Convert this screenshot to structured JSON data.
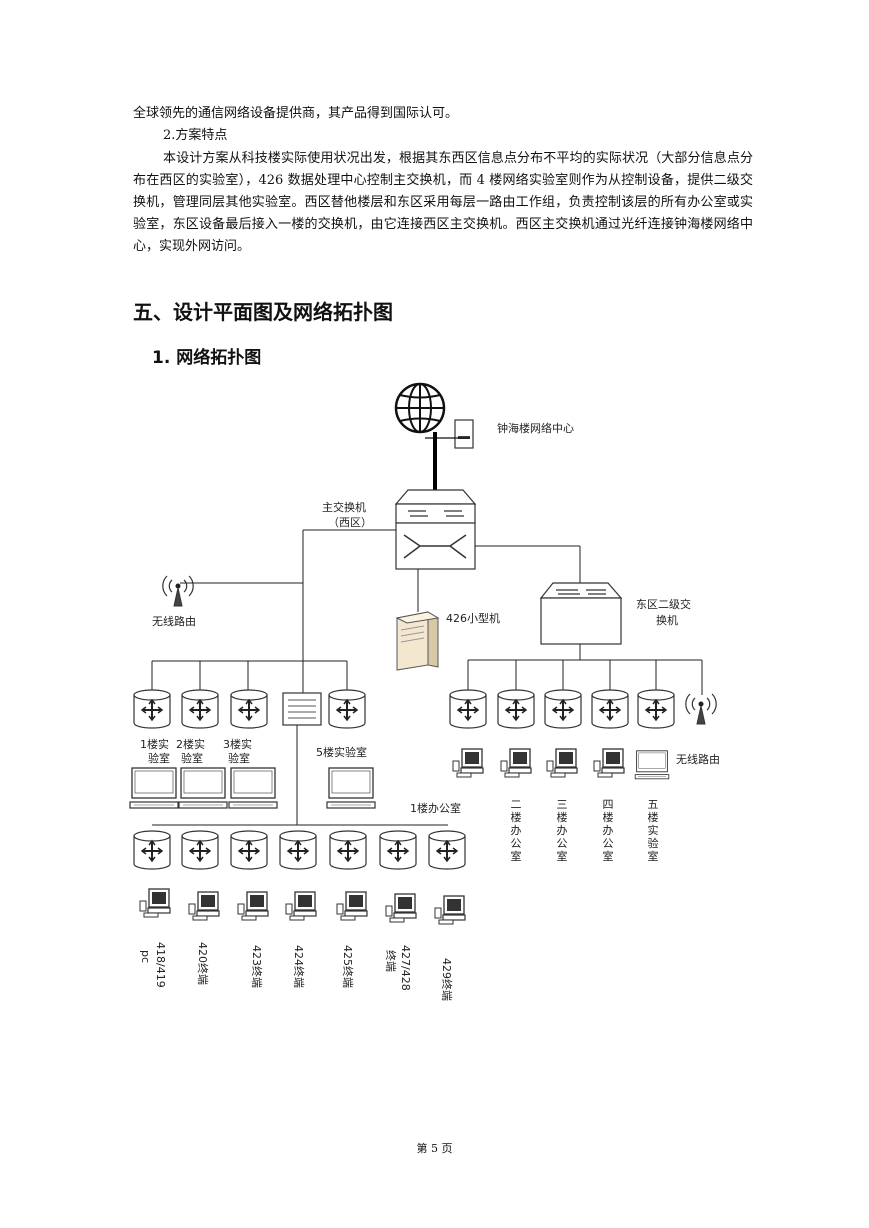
{
  "document": {
    "paragraph1": "全球领先的通信网络设备提供商，其产品得到国际认可。",
    "subheading": "2.方案特点",
    "paragraph2": "本设计方案从科技楼实际使用状况出发，根据其东西区信息点分布不平均的实际状况（大部分信息点分布在西区的实验室），426 数据处理中心控制主交换机，而 4 楼网络实验室则作为从控制设备，提供二级交换机，管理同层其他实验室。西区替他楼层和东区采用每层一路由工作组，负责控制该层的所有办公室或实验室，东区设备最后接入一楼的交换机，由它连接西区主交换机。西区主交换机通过光纤连接钟海楼网络中心，实现外网访问。",
    "section_title": "五、设计平面图及网络拓扑图",
    "figure_title": "1. 网络拓扑图",
    "page_footer": "第 5 页"
  },
  "diagram": {
    "center_label": "钟海楼网络中心",
    "main_switch_label": "主交换机",
    "main_switch_sublabel": "（西区）",
    "server_label": "426小型机",
    "east_switch_label_1": "东区二级交",
    "east_switch_label_2": "换机",
    "wireless_west": "无线路由",
    "wireless_east": "无线路由",
    "west_lab_labels": [
      {
        "l1": "1楼实",
        "l2": "验室"
      },
      {
        "l1": "2楼实",
        "l2": "验室"
      },
      {
        "l1": "3楼实",
        "l2": "验室"
      }
    ],
    "lab5_label": "5楼实验室",
    "office1_label": "1楼办公室",
    "east_labels": [
      "二楼办公室",
      "三楼办公室",
      "四楼办公室",
      "五楼实验室"
    ],
    "terminal_labels": [
      {
        "l1": "418/419",
        "l2": "pc"
      },
      {
        "l1": "420终端",
        "l2": ""
      },
      {
        "l1": "423终端",
        "l2": ""
      },
      {
        "l1": "424终端",
        "l2": ""
      },
      {
        "l1": "425终端",
        "l2": ""
      },
      {
        "l1": "427/428",
        "l2": "终端"
      },
      {
        "l1": "429终端",
        "l2": ""
      }
    ]
  }
}
